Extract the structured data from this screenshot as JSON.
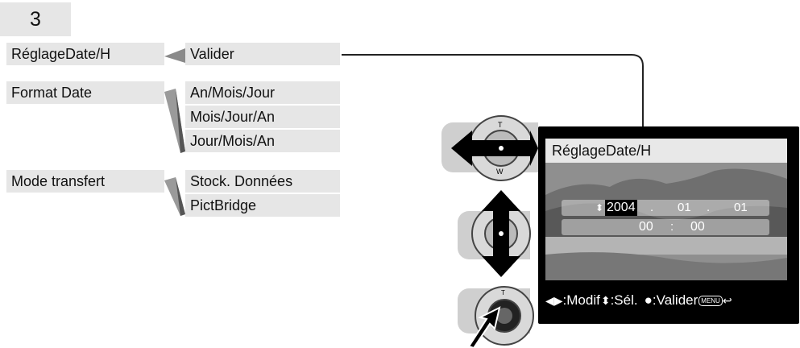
{
  "page": {
    "tab_number": "3"
  },
  "menu": {
    "rows": [
      {
        "label": "RéglageDate/H",
        "options": [
          "Valider"
        ]
      },
      {
        "label": "Format Date",
        "options": [
          "An/Mois/Jour",
          "Mois/Jour/An",
          "Jour/Mois/An"
        ]
      },
      {
        "label": "Mode transfert",
        "options": [
          "Stock. Données",
          "PictBridge"
        ]
      }
    ]
  },
  "controller": {
    "pad_labels": {
      "top": "T",
      "bottom": "W"
    }
  },
  "screen": {
    "title": "RéglageDate/H",
    "date": {
      "year": "2004",
      "sep": ".",
      "month": "01",
      "day": "01"
    },
    "time": {
      "hour": "00",
      "sep": ":",
      "minute": "00"
    },
    "footer": {
      "modif": ":Modif",
      "sel": ":Sél.",
      "valider": ":Valider",
      "menu_badge": "MENU",
      "back_icon": "↩"
    }
  },
  "colors": {
    "cell_bg": "#e6e6e6",
    "pad_bg": "#cfcfcf",
    "screen_bg": "#000000"
  }
}
